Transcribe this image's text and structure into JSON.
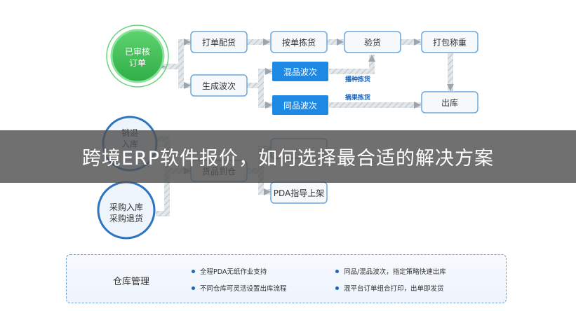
{
  "diagram": {
    "nodes": {
      "approved_order": "已审核\n订单",
      "return_in": "销退\n入库",
      "purchase": "采购入库\n采购退货",
      "print_ship": "打单配货",
      "pick_by_order": "按单拣货",
      "inspect": "验货",
      "pack_weigh": "打包称重",
      "gen_wave": "生成波次",
      "mixed_wave": "混品波次",
      "same_wave": "同品波次",
      "ship_out": "出库",
      "goods_arrive": "货品到仓",
      "pda_shelving": "PDA指导上架"
    },
    "edge_labels": {
      "sow_pick": "播种拣货",
      "pick_sort": "摘果拣货"
    }
  },
  "banner": {
    "title": "跨境ERP软件报价，如何选择最合适的解决方案"
  },
  "legend": {
    "title": "仓库管理",
    "items": [
      "全程PDA无纸作业支持",
      "同品/混品波次，指定策略快速出库",
      "不同仓库可灵活设置出库流程",
      "混平台订单组合打印，出单即发货"
    ]
  },
  "colors": {
    "green": "#43c05a",
    "blue": "#1e88e5",
    "node_border": "#6aa7dc",
    "arrow": "#bfc6cc"
  }
}
